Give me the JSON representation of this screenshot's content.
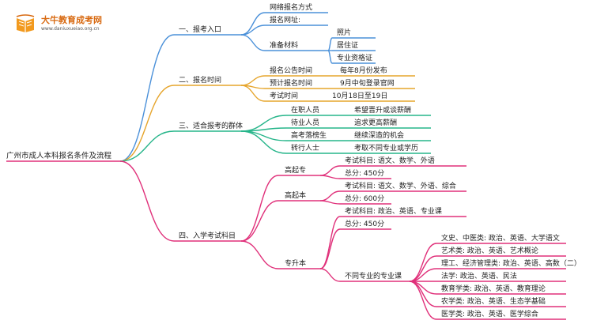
{
  "logo": {
    "title": "大牛教育成考网",
    "url": "www.daniuxueiao.org.cn",
    "icon": "book-icon"
  },
  "root": "广州市成人本科报名条件及流程",
  "colors": {
    "branch1": "#4a90d9",
    "branch2": "#e6a52c",
    "branch3": "#26b58a",
    "branch4": "#e0307a"
  },
  "branches": [
    {
      "label": "一、报考入口",
      "items": [
        {
          "label": "网络报名方式"
        },
        {
          "label": "报名网址:"
        },
        {
          "label": "准备材料",
          "children": [
            "照片",
            "居住证",
            "专业资格证"
          ]
        }
      ]
    },
    {
      "label": "二、报名时间",
      "items": [
        {
          "label": "报名公告时间",
          "value": "每年8月份发布"
        },
        {
          "label": "预计报名时间",
          "value": "9月中旬登录官网"
        },
        {
          "label": "考试时间",
          "value": "10月18日至19日"
        }
      ]
    },
    {
      "label": "三、适合报考的群体",
      "items": [
        {
          "label": "在职人员",
          "value": "希望晋升或谈薪酬"
        },
        {
          "label": "待业人员",
          "value": "追求更高薪酬"
        },
        {
          "label": "高考落榜生",
          "value": "继续深造的机会"
        },
        {
          "label": "转行人士",
          "value": "考取不同专业或学历"
        }
      ]
    },
    {
      "label": "四、入学考试科目",
      "items": [
        {
          "label": "高起专",
          "children": [
            "考试科目: 语文、数学、外语",
            "总分: 450分"
          ]
        },
        {
          "label": "高起本",
          "children": [
            "考试科目: 语文、数学、外语、综合",
            "总分: 600分"
          ]
        },
        {
          "label": "专升本",
          "children": [
            "考试科目: 政治、英语、专业课",
            "总分: 450分"
          ],
          "sub": {
            "label": "不同专业的专业课",
            "children": [
              "文史、中医类: 政治、英语、大学语文",
              "艺术类: 政治、英语、艺术概论",
              "理工、经济管理类: 政治、英语、高数（二）",
              "法学: 政治、英语、民法",
              "教育学类: 政治、英语、教育理论",
              "农学类: 政治、英语、生态学基础",
              "医学类: 政治、英语、医学综合"
            ]
          }
        }
      ]
    }
  ]
}
